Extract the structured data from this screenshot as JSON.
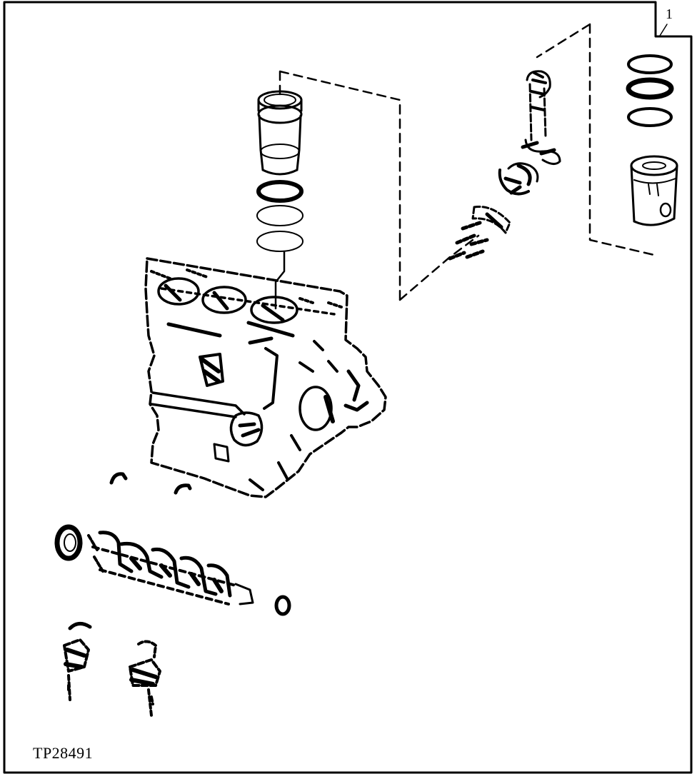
{
  "callout": {
    "number": "1"
  },
  "figure": {
    "id": "TP28491"
  },
  "colors": {
    "ink": "#000000",
    "paper": "#ffffff"
  },
  "parts": [
    {
      "name": "cylinder-liner"
    },
    {
      "name": "liner-packing-rings"
    },
    {
      "name": "connecting-rod"
    },
    {
      "name": "rod-bearing-halves"
    },
    {
      "name": "piston-rings"
    },
    {
      "name": "piston"
    },
    {
      "name": "cylinder-block"
    },
    {
      "name": "main-bearing-halves"
    },
    {
      "name": "crankshaft-rear-seal"
    },
    {
      "name": "crankshaft"
    },
    {
      "name": "crankshaft-front-seal"
    },
    {
      "name": "camshaft-followers"
    }
  ]
}
